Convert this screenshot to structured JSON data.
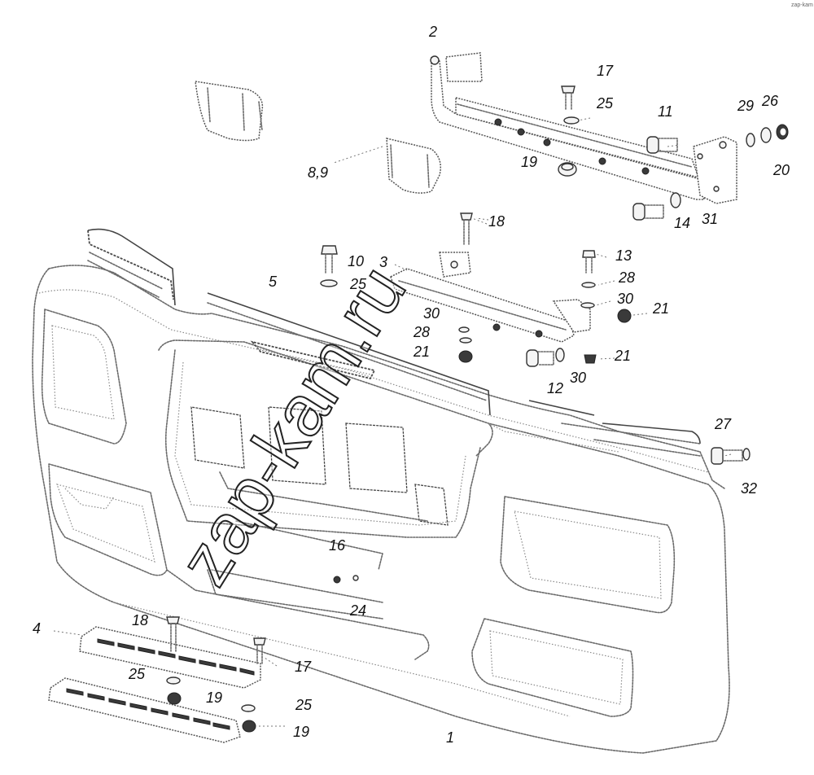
{
  "watermark": "zap-kam.ru",
  "corner_mark": "zap-kam",
  "callouts": [
    {
      "id": "c2",
      "text": "2"
    },
    {
      "id": "c17a",
      "text": "17"
    },
    {
      "id": "c25a",
      "text": "25"
    },
    {
      "id": "c11",
      "text": "11"
    },
    {
      "id": "c29",
      "text": "29"
    },
    {
      "id": "c26",
      "text": "26"
    },
    {
      "id": "c20",
      "text": "20"
    },
    {
      "id": "c19a",
      "text": "19"
    },
    {
      "id": "c89",
      "text": "8,9"
    },
    {
      "id": "c14",
      "text": "14"
    },
    {
      "id": "c31",
      "text": "31"
    },
    {
      "id": "c18a",
      "text": "18"
    },
    {
      "id": "c10",
      "text": "10"
    },
    {
      "id": "c3",
      "text": "3"
    },
    {
      "id": "c13",
      "text": "13"
    },
    {
      "id": "c25b",
      "text": "25"
    },
    {
      "id": "c5",
      "text": "5"
    },
    {
      "id": "c28a",
      "text": "28"
    },
    {
      "id": "c30a",
      "text": "30"
    },
    {
      "id": "c21a",
      "text": "21"
    },
    {
      "id": "c30b",
      "text": "30"
    },
    {
      "id": "c28b",
      "text": "28"
    },
    {
      "id": "c21b",
      "text": "21"
    },
    {
      "id": "c21c",
      "text": "21"
    },
    {
      "id": "c12",
      "text": "12"
    },
    {
      "id": "c30c",
      "text": "30"
    },
    {
      "id": "c27",
      "text": "27"
    },
    {
      "id": "c32",
      "text": "32"
    },
    {
      "id": "c16",
      "text": "16"
    },
    {
      "id": "c24",
      "text": "24"
    },
    {
      "id": "c4",
      "text": "4"
    },
    {
      "id": "c18b",
      "text": "18"
    },
    {
      "id": "c17b",
      "text": "17"
    },
    {
      "id": "c25c",
      "text": "25"
    },
    {
      "id": "c19b",
      "text": "19"
    },
    {
      "id": "c25d",
      "text": "25"
    },
    {
      "id": "c19c",
      "text": "19"
    },
    {
      "id": "c1",
      "text": "1"
    }
  ]
}
